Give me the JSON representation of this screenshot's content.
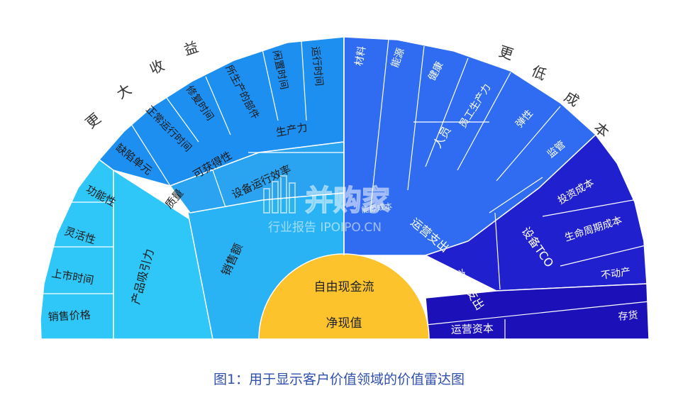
{
  "diagram": {
    "center": {
      "top": "自由现金流",
      "bottom": "净现值"
    },
    "arc_titles": {
      "left": [
        "更",
        "大",
        "收",
        "益"
      ],
      "right": [
        "更",
        "低",
        "成",
        "本"
      ]
    },
    "left": {
      "ring2": [
        "产品吸引力",
        "销售额"
      ],
      "ring3": [
        "质量",
        "可获得性",
        "设备运行效率",
        "生产力"
      ],
      "outer": [
        "销售价格",
        "上市时间",
        "灵活性",
        "功能性",
        "缺陷单元",
        "正常运行时间",
        "修复时间",
        "所生产的部件",
        "闲置时间",
        "运行时间"
      ]
    },
    "right": {
      "ring2": [
        "运营支出",
        "资本支出",
        "运营资本"
      ],
      "ring3": [
        "人员",
        "设备TCO"
      ],
      "outer": [
        "材料",
        "能源",
        "健康",
        "员工生产力",
        "弹性",
        "监管",
        "投资成本",
        "生命周期成本",
        "不动产",
        "存货"
      ],
      "overlap_note": "能源成本"
    },
    "watermark": {
      "logo": "并购家",
      "sub": "行业报告 IPOIPO.CN"
    },
    "colors": {
      "center": "#fcc32c",
      "left_outer": "#1d8ff0",
      "left_mid": "#2ab3f4",
      "left_lower": "#2ec7f8",
      "right_mid": "#2f6cf1",
      "right_deep": "#2020cf",
      "right_darkest": "#1c10b8"
    },
    "caption": "图1：用于显示客户价值领域的价值雷达图"
  }
}
